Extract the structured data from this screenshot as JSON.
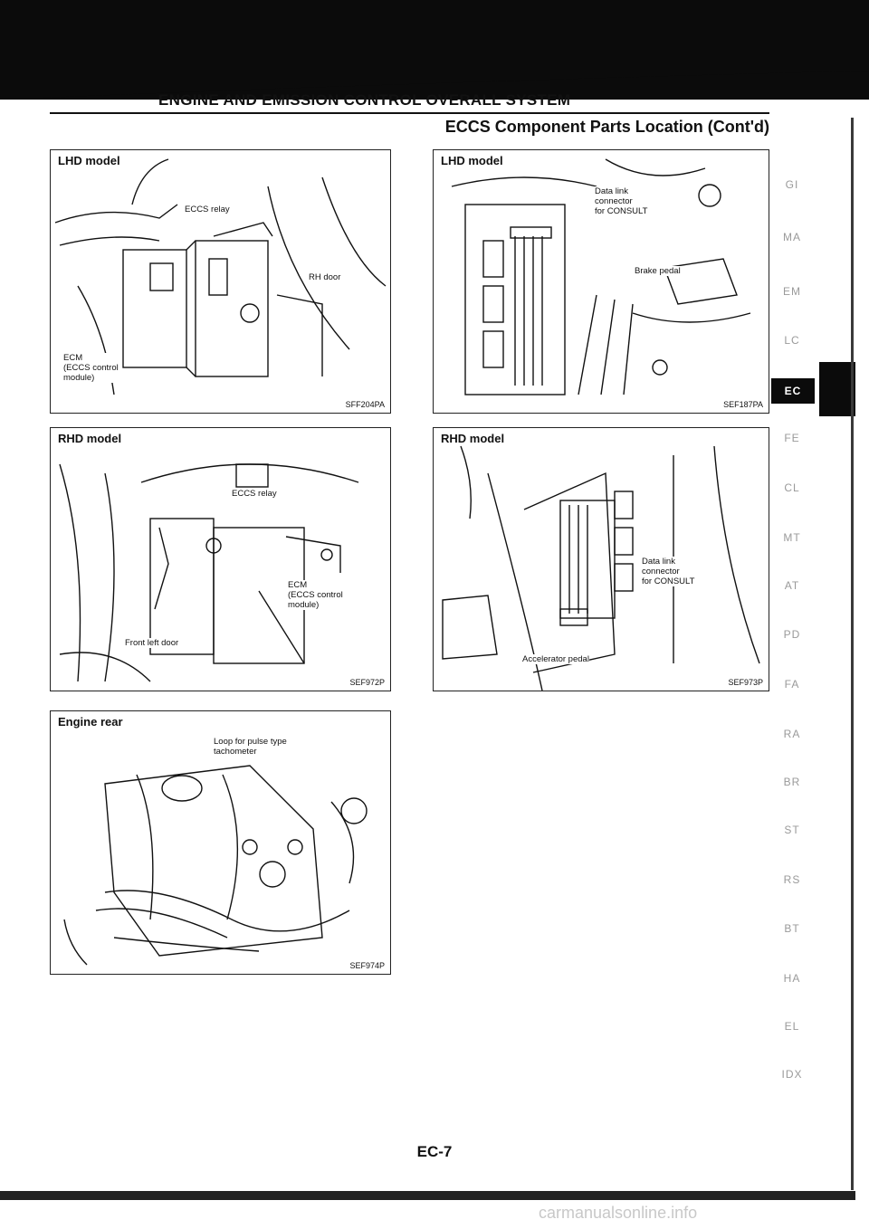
{
  "header": {
    "section_title": "ENGINE AND EMISSION CONTROL OVERALL SYSTEM",
    "sub_title": "ECCS Component Parts Location (Cont'd)"
  },
  "figures": [
    {
      "title": "LHD model",
      "code": "SFF204PA",
      "callouts": [
        "ECCS relay",
        "RH door",
        "ECM\n(ECCS control\nmodule)"
      ]
    },
    {
      "title": "LHD model",
      "code": "SEF187PA",
      "callouts": [
        "Data link\nconnector\nfor CONSULT",
        "Brake pedal"
      ]
    },
    {
      "title": "RHD model",
      "code": "SEF972P",
      "callouts": [
        "ECCS relay",
        "ECM\n(ECCS control\nmodule)",
        "Front left door"
      ]
    },
    {
      "title": "RHD model",
      "code": "SEF973P",
      "callouts": [
        "Data link\nconnector\nfor CONSULT",
        "Accelerator pedal"
      ]
    },
    {
      "title": "Engine rear",
      "code": "SEF974P",
      "callouts": [
        "Loop for pulse type\ntachometer"
      ]
    }
  ],
  "side_tabs": [
    "GI",
    "MA",
    "EM",
    "LC",
    "EC",
    "FE",
    "CL",
    "MT",
    "AT",
    "PD",
    "FA",
    "RA",
    "BR",
    "ST",
    "RS",
    "BT",
    "HA",
    "EL",
    "IDX"
  ],
  "active_tab": "EC",
  "page_number": "EC-7",
  "watermark": "carmanualsonline.info"
}
